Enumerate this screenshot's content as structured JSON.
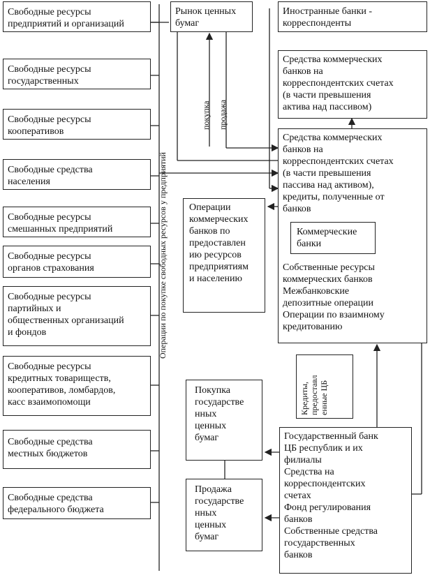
{
  "left_sources": [
    "Свободные ресурсы\nпредприятий и организаций",
    "Свободные ресурсы\nгосударственных",
    "Свободные ресурсы\nкооперативов",
    "Свободные средства\nнаселения",
    "Свободные ресурсы\nсмешанных предприятий",
    "Свободные ресурсы\nорганов страхования",
    "Свободные ресурсы\nпартийных и\nобщественных организаций\nи фондов",
    "Свободные ресурсы\nкредитных товариществ,\nкооперативов, ломбардов,\nкасс взаимопомощи",
    "Свободные средства\nместных бюджетов",
    "Свободные средства\nфедерального бюджета"
  ],
  "vertical_label": "Операции по покупке свободных ресурсов у предприятий",
  "securities_market": "Рынок ценных\nбумаг",
  "buy_label": "покупка",
  "sell_label": "продажа",
  "foreign_banks": "Иностранные банки -\nкорреспонденты",
  "cb_funds_asset": "Средства коммерческих\nбанков на\nкорреспондентских счетах\n(в части превышения\nактива над пассивом)",
  "cb_funds_liab": "Средства коммерческих\nбанков на\nкорреспондентских счетах\n(в части превышения\nпассива над активом),\nкредиты, полученные от\nбанков",
  "commercial_banks": "Коммерческие\nбанки",
  "own_resources": "Собственные ресурсы\nкоммерческих банков\nМежбанковские\nдепозитные операции\nОперации по взаимному\nкредитованию",
  "operations": "Операции\nкоммерческих\nбанков по\nпредоставлен\nию ресурсов\nпредприятиям\nи населению",
  "cb_credits": "Кредиты,\nпредоставл\nенные ЦБ",
  "buy_gov": "Покупка\nгосударстве\nнных\nценных\nбумаг",
  "sell_gov": "Продажа\nгосударстве\nнных\nценных\nбумаг",
  "state_bank": "Государственный банк\nЦБ республик и их\nфилиалы\nСредства на\nкорреспондентских\nсчетах\nФонд регулирования\nбанков\nСобственные средства\nгосударственных\nбанков"
}
